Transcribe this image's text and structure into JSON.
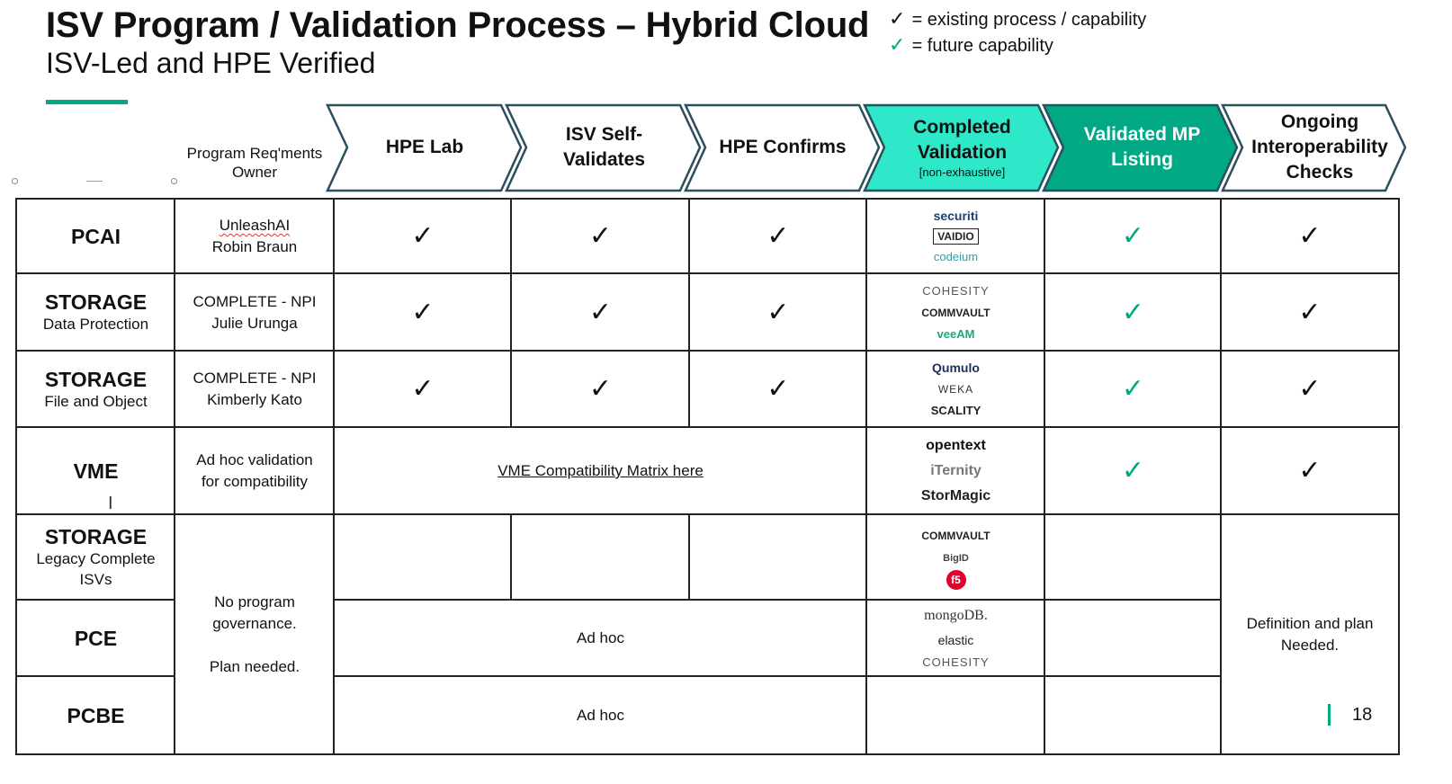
{
  "header": {
    "title": "ISV Program / Validation Process – Hybrid Cloud",
    "subtitle": "ISV-Led and HPE Verified"
  },
  "legend": {
    "mark": "✓",
    "existing_label": "= existing process / capability",
    "future_label": "= future capability",
    "existing_color": "#111111",
    "future_color": "#01a982"
  },
  "columns": {
    "owner": "Program Req'ments Owner",
    "hpe_lab": "HPE Lab",
    "isv_self": "ISV Self-Validates",
    "hpe_confirms": "HPE Confirms",
    "completed": "Completed Validation",
    "completed_note": "[non-exhaustive]",
    "validated_mp": "Validated MP Listing",
    "ongoing": "Ongoing Interoperability Checks"
  },
  "colors": {
    "chevron_light": "#2ee8c9",
    "chevron_dark": "#00a884",
    "chevron_outline": "#2b4f5e",
    "accent": "#01a982"
  },
  "rows": {
    "pcai": {
      "name": "PCAI",
      "owner_line1": "UnleashAI",
      "owner_line2": "Robin Braun",
      "logos": [
        "securiti",
        "VAIDIO",
        "codeium"
      ]
    },
    "storage_dp": {
      "name": "STORAGE",
      "sub": "Data Protection",
      "owner_line1": "COMPLETE - NPI",
      "owner_line2": "Julie Urunga",
      "logos": [
        "COHESITY",
        "COMMVAULT",
        "veeAM"
      ]
    },
    "storage_fo": {
      "name": "STORAGE",
      "sub": "File and Object",
      "owner_line1": "COMPLETE - NPI",
      "owner_line2": "Kimberly Kato",
      "logos": [
        "Qumulo",
        "WEKA",
        "SCALITY"
      ]
    },
    "vme": {
      "name": "VME",
      "owner_line1": "Ad hoc validation",
      "owner_line2": "for compatibility",
      "span_text": "VME Compatibility Matrix here",
      "logos": [
        "opentext",
        "iTernity",
        "StorMagic"
      ]
    },
    "storage_legacy": {
      "name": "STORAGE",
      "sub": "Legacy Complete ISVs",
      "logos": [
        "COMMVAULT",
        "BigID",
        "f5"
      ]
    },
    "pce": {
      "name": "PCE",
      "span_text": "Ad hoc",
      "logos": [
        "mongoDB.",
        "elastic",
        "COHESITY"
      ]
    },
    "pcbe": {
      "name": "PCBE",
      "span_text": "Ad hoc"
    },
    "merged_owner_line1": "No program",
    "merged_owner_line2": "governance.",
    "merged_owner_line3": "Plan needed.",
    "merged_ongoing_line1": "Definition and plan",
    "merged_ongoing_line2": "Needed."
  },
  "check_mark": "✓",
  "page_number": "18"
}
